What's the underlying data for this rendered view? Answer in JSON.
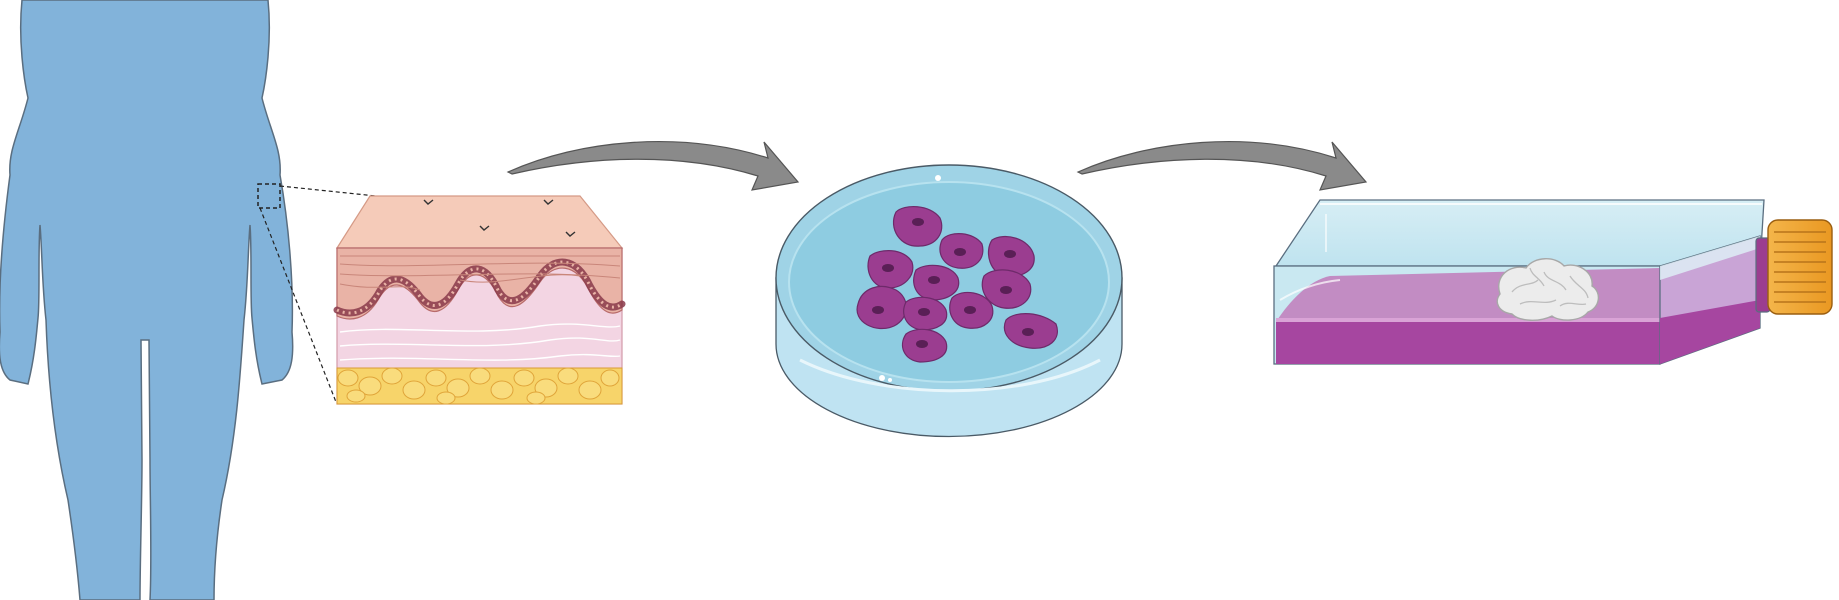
{
  "diagram": {
    "steps": [
      {
        "id": "donor",
        "icon": "human-silhouette-icon"
      },
      {
        "id": "skin-biopsy",
        "icon": "skin-cross-section-icon"
      },
      {
        "id": "cell-culture",
        "icon": "petri-dish-icon"
      },
      {
        "id": "brain-organoid",
        "icon": "culture-flask-icon"
      }
    ],
    "arrows": [
      {
        "from": "skin-biopsy",
        "to": "cell-culture"
      },
      {
        "from": "cell-culture",
        "to": "brain-organoid"
      }
    ]
  },
  "colors": {
    "body": "#82b3da",
    "epidermis": "#f5cbb9",
    "dermis": "#f3d5e3",
    "fat": "#f7d46a",
    "dish": "#9fd3e6",
    "cells": "#9b3d90",
    "medium": "#a646a0",
    "cap": "#f0a52d",
    "arrow": "#8a8a8a"
  }
}
